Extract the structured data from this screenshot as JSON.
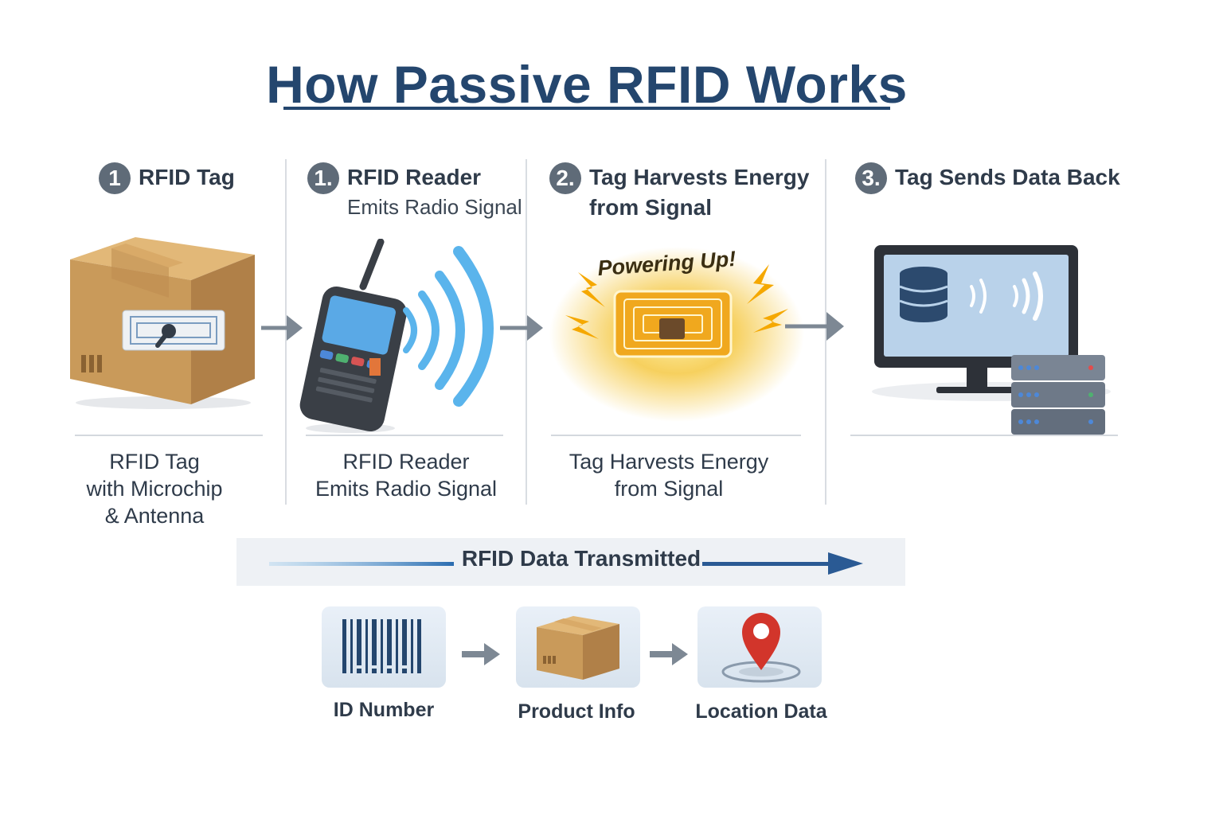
{
  "title": "How Passive RFID Works",
  "steps": [
    {
      "number": "1",
      "title": "RFID Tag",
      "subtitle": "",
      "caption_lines": [
        "RFID Tag",
        "with Microchip",
        "& Antenna"
      ]
    },
    {
      "number": "1.",
      "title": "RFID Reader",
      "subtitle": "Emits Radio Signal",
      "caption_lines": [
        "RFID Reader",
        "Emits Radio Signal"
      ]
    },
    {
      "number": "2.",
      "title": "Tag Harvests Energy",
      "subtitle": "from Signal",
      "caption_lines": [
        "Tag Harvests Energy",
        "from Signal"
      ]
    },
    {
      "number": "3.",
      "title": "Tag Sends Data Back",
      "subtitle": "",
      "caption_lines": []
    }
  ],
  "powering_label": "Powering Up!",
  "banner_label": "RFID Data Transmitted",
  "data_items": [
    {
      "label": "ID Number",
      "icon": "barcode-icon"
    },
    {
      "label": "Product Info",
      "icon": "box-icon"
    },
    {
      "label": "Location Data",
      "icon": "location-pin-icon"
    }
  ],
  "colors": {
    "title": "#24466e",
    "step_badge": "#5f6b78",
    "signal_wave": "#5ab4ec",
    "energy_glow": "#f5b81c",
    "arrow_gray": "#7d8894",
    "arrow_blue": "#2a5a94"
  }
}
